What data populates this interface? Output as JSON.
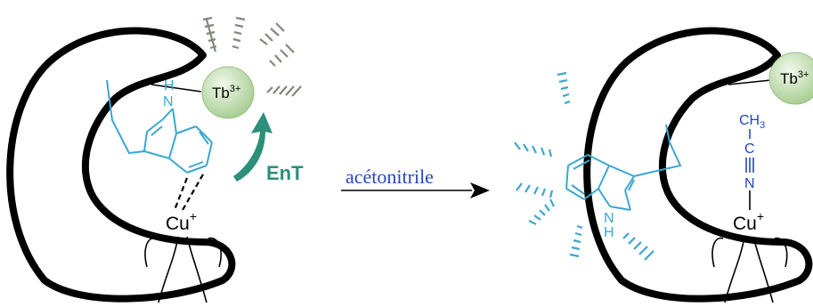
{
  "left_panel": {
    "metal_ion": "Tb",
    "metal_charge": "3+",
    "nh_label": "N",
    "h_label": "H",
    "copper": "Cu",
    "copper_charge": "+",
    "energy_transfer_label": "EnT"
  },
  "reaction": {
    "arrow_label": "acétonitrile"
  },
  "right_panel": {
    "metal_ion": "Tb",
    "metal_charge": "3+",
    "methyl": "CH",
    "methyl_sub": "3",
    "carbon": "C",
    "nitrogen": "N",
    "nh_label": "N",
    "h_label": "H",
    "copper": "Cu",
    "copper_charge": "+"
  },
  "colors": {
    "ligand": "#3aa7cf",
    "arrow_label": "#2346c2",
    "ent_arrow": "#2b8f7a",
    "tb_sphere": "#b9d8a8",
    "emission_rays": "#7f8a78"
  }
}
